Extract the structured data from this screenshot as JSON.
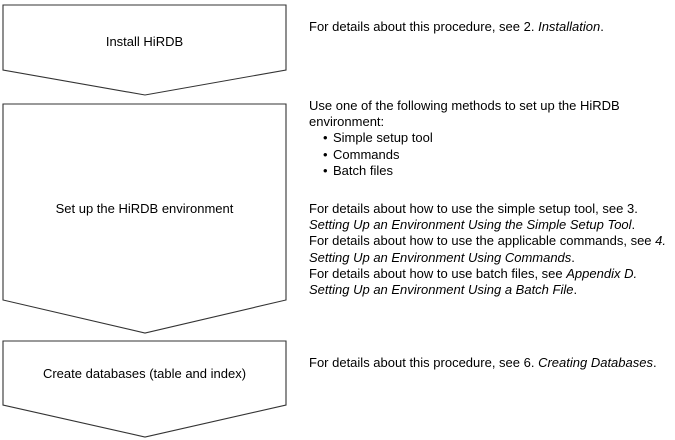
{
  "diagram": {
    "type": "flowchart",
    "title": "HiRDB setup procedure flow",
    "steps": [
      {
        "id": "install",
        "label": "Install HiRDB",
        "shape": "down-chevron"
      },
      {
        "id": "setup-environment",
        "label": "Set up the HiRDB environment",
        "shape": "down-chevron"
      },
      {
        "id": "create-databases",
        "label": "Create databases (table and index)",
        "shape": "down-chevron"
      }
    ]
  },
  "notes": {
    "install": {
      "line_1_plain": "For details about this procedure, see 2. ",
      "line_1_italic": "Installation",
      "line_1_tail": "."
    },
    "setup_intro": {
      "line_1": "Use one of the following methods to set up the HiRDB",
      "line_2": "environment:",
      "bullets": [
        "Simple setup tool",
        "Commands",
        "Batch files"
      ]
    },
    "setup_details": {
      "p1_plain": "For details about how to use the simple setup tool, see 3. ",
      "p1_italic": "Setting Up an Environment Using the Simple Setup Tool",
      "p1_tail": ".",
      "p2_plain": "For details about how to use the applicable commands, see ",
      "p2_italic": "4. Setting Up an Environment Using Commands",
      "p2_tail": ".",
      "p3_plain": "For details about how to use batch files, see ",
      "p3_italic": "Appendix D. Setting Up an Environment Using a Batch File",
      "p3_tail": "."
    },
    "create_databases": {
      "line_1_plain": "For details about this procedure, see 6. ",
      "line_1_italic": "Creating Databases",
      "line_1_tail": "."
    }
  },
  "colors": {
    "shape_stroke": "#333333",
    "shape_fill": "#ffffff",
    "text": "#000000",
    "background": "#ffffff"
  }
}
